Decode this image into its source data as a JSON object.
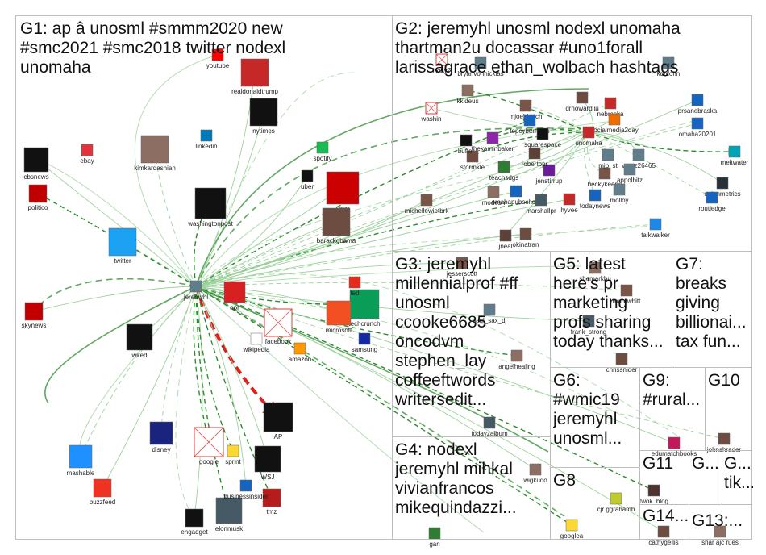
{
  "groups": [
    {
      "id": "g1",
      "label": "G1: ap â unosml #smmm2020 new\n#smc2021 #smc2018 twitter nodexl\nunomaha"
    },
    {
      "id": "g2",
      "label": "G2: jeremyhl unosml nodexl unomaha\nthartman2u docassar #uno1forall\nlarissagrace ethan_wolbach hashtags"
    },
    {
      "id": "g3",
      "label": "G3: jeremyhl\nmillennialprof #ff\nunosml\nccooke6685\noncodvm\nstephen_lay\ncoffeeftwords\nwritersedit..."
    },
    {
      "id": "g4",
      "label": "G4: nodexl\njeremyhl mihkal\nvivianfrancos\nmikequindazzi..."
    },
    {
      "id": "g5",
      "label": "G5: latest\nhere's pr\nmarketing\nprofs sharing\ntoday thanks..."
    },
    {
      "id": "g6",
      "label": "G6:\n#wmic19\njeremyhl\nunosml..."
    },
    {
      "id": "g7",
      "label": "G7:\nbreaks\ngiving\nbillionai...\ntax fun..."
    },
    {
      "id": "g8",
      "label": "G8"
    },
    {
      "id": "g9",
      "label": "G9:\n#rural..."
    },
    {
      "id": "g10",
      "label": "G10"
    },
    {
      "id": "g11",
      "label": "G11"
    },
    {
      "id": "g12",
      "label": "G..."
    },
    {
      "id": "g12b",
      "label": "G...\ntik...st..."
    },
    {
      "id": "g13",
      "label": "G13:..."
    },
    {
      "id": "g14",
      "label": "G14..."
    }
  ],
  "nodes": [
    {
      "id": "cnn",
      "label": "CNN",
      "group": "g1",
      "color": "#cc0000",
      "kind": "logo"
    },
    {
      "id": "ap",
      "label": "AP",
      "group": "g1",
      "color": "#111111",
      "kind": "logo"
    },
    {
      "id": "wsj",
      "label": "WSJ",
      "group": "g1",
      "color": "#111111",
      "kind": "logo"
    },
    {
      "id": "nytimes",
      "label": "nytimes",
      "group": "g1",
      "color": "#111111",
      "kind": "logo"
    },
    {
      "id": "twitter",
      "label": "twitter",
      "group": "g1",
      "color": "#1da1f2",
      "kind": "logo"
    },
    {
      "id": "washingtonpost",
      "label": "washingtonpost",
      "group": "g1",
      "color": "#111111",
      "kind": "logo"
    },
    {
      "id": "cbsnews",
      "label": "cbsnews",
      "group": "g1",
      "color": "#111111",
      "kind": "logo"
    },
    {
      "id": "politico",
      "label": "politico",
      "group": "g1",
      "color": "#c00000",
      "kind": "logo"
    },
    {
      "id": "skynews",
      "label": "skynews",
      "group": "g1",
      "color": "#c00000",
      "kind": "logo"
    },
    {
      "id": "techcrunch",
      "label": "techcrunch",
      "group": "g1",
      "color": "#0a9d58",
      "kind": "logo"
    },
    {
      "id": "microsoft",
      "label": "microsoft",
      "group": "g1",
      "color": "#f25022",
      "kind": "logo"
    },
    {
      "id": "mashable",
      "label": "mashable",
      "group": "g1",
      "color": "#1e90ff",
      "kind": "logo"
    },
    {
      "id": "buzzfeed",
      "label": "buzzfeed",
      "group": "g1",
      "color": "#ee3322",
      "kind": "logo"
    },
    {
      "id": "disney",
      "label": "disney",
      "group": "g1",
      "color": "#1a237e",
      "kind": "logo"
    },
    {
      "id": "wired",
      "label": "wired",
      "group": "g1",
      "color": "#111111",
      "kind": "logo"
    },
    {
      "id": "tmz",
      "label": "tmz",
      "group": "g1",
      "color": "#b71c1c",
      "kind": "logo"
    },
    {
      "id": "npr",
      "label": "npr",
      "group": "g1",
      "color": "#d62021",
      "kind": "logo"
    },
    {
      "id": "barackobama",
      "label": "barackobama",
      "group": "g1",
      "color": "#6d4c41",
      "kind": "photo"
    },
    {
      "id": "kimkardashian",
      "label": "kimkardashian",
      "group": "g1",
      "color": "#8d6e63",
      "kind": "photo"
    },
    {
      "id": "realdonaldtrump",
      "label": "realdonaldtrump",
      "group": "g1",
      "color": "#c62828",
      "kind": "photo"
    },
    {
      "id": "google",
      "label": "google",
      "group": "g1",
      "color": "#ffffff",
      "kind": "blank"
    },
    {
      "id": "facebook",
      "label": "facebook",
      "group": "g1",
      "color": "#ffffff",
      "kind": "blank"
    },
    {
      "id": "jeremyhl",
      "label": "jeremyhl",
      "group": "g1",
      "color": "#607d8b",
      "kind": "photo"
    },
    {
      "id": "elonmusk",
      "label": "elonmusk",
      "group": "g1",
      "color": "#455a64",
      "kind": "photo"
    },
    {
      "id": "engadget",
      "label": "engadget",
      "group": "g1",
      "color": "#111111",
      "kind": "logo"
    },
    {
      "id": "uber",
      "label": "uber",
      "group": "g1",
      "color": "#111111",
      "kind": "logo"
    },
    {
      "id": "amazon",
      "label": "amazon",
      "group": "g1",
      "color": "#ff9900",
      "kind": "logo"
    },
    {
      "id": "wikipedia",
      "label": "wikipedia",
      "group": "g1",
      "color": "#ffffff",
      "kind": "logo"
    },
    {
      "id": "linkedin",
      "label": "linkedin",
      "group": "g1",
      "color": "#0077b5",
      "kind": "logo"
    },
    {
      "id": "spotify",
      "label": "spotify",
      "group": "g1",
      "color": "#1db954",
      "kind": "logo"
    },
    {
      "id": "businessinsider",
      "label": "businessinsider",
      "group": "g1",
      "color": "#1565c0",
      "kind": "logo"
    },
    {
      "id": "sprint",
      "label": "sprint",
      "group": "g1",
      "color": "#fdd835",
      "kind": "logo"
    },
    {
      "id": "ebay",
      "label": "ebay",
      "group": "g1",
      "color": "#e53238",
      "kind": "logo"
    },
    {
      "id": "youtube",
      "label": "youtube",
      "group": "g1",
      "color": "#ff0000",
      "kind": "logo"
    },
    {
      "id": "ted",
      "label": "ted",
      "group": "g1",
      "color": "#e62b1e",
      "kind": "logo"
    },
    {
      "id": "samsung",
      "label": "samsung",
      "group": "g1",
      "color": "#1428a0",
      "kind": "logo"
    },
    {
      "id": "michellewietbrk",
      "label": "michellewietbrk",
      "group": "g2",
      "color": "#795548",
      "kind": "photo"
    },
    {
      "id": "omaha20201",
      "label": "omaha20201",
      "group": "g2",
      "color": "#1565c0",
      "kind": "logo"
    },
    {
      "id": "prsanebraska",
      "label": "prsanebraska",
      "group": "g2",
      "color": "#1565c0",
      "kind": "logo"
    },
    {
      "id": "meltwater",
      "label": "meltwater",
      "group": "g2",
      "color": "#00a5b5",
      "kind": "logo"
    },
    {
      "id": "unionmetrics",
      "label": "unionmetrics",
      "group": "g2",
      "color": "#263238",
      "kind": "logo"
    },
    {
      "id": "routledge",
      "label": "routledge",
      "group": "g2",
      "color": "#1565c0",
      "kind": "logo"
    },
    {
      "id": "talkwalker",
      "label": "talkwalker",
      "group": "g2",
      "color": "#1e88e5",
      "kind": "logo"
    },
    {
      "id": "okinatran",
      "label": "okinatran",
      "group": "g2",
      "color": "#6d4c41",
      "kind": "photo"
    },
    {
      "id": "jneal",
      "label": "jneal",
      "group": "g2",
      "color": "#5d4037",
      "kind": "photo"
    },
    {
      "id": "washin",
      "label": "washin",
      "group": "g2",
      "color": "#ffffff",
      "kind": "blank"
    },
    {
      "id": "likely7",
      "label": "likely7",
      "group": "g2",
      "color": "#ffffff",
      "kind": "blank"
    },
    {
      "id": "bryanvonnicklas",
      "label": "bryanvonnicklas",
      "group": "g2",
      "color": "#607d8b",
      "kind": "photo"
    },
    {
      "id": "kkideus",
      "label": "kkideus",
      "group": "g2",
      "color": "#8d6e63",
      "kind": "photo"
    },
    {
      "id": "mjoehlerich",
      "label": "mjoehlerich",
      "group": "g2",
      "color": "#795548",
      "kind": "photo"
    },
    {
      "id": "topcybernews",
      "label": "topcybernews",
      "group": "g2",
      "color": "#1565c0",
      "kind": "logo"
    },
    {
      "id": "drhowardliu",
      "label": "drhowardliu",
      "group": "g2",
      "color": "#6d4c41",
      "kind": "photo"
    },
    {
      "id": "nebraska",
      "label": "nebraska",
      "group": "g2",
      "color": "#c62828",
      "kind": "logo"
    },
    {
      "id": "socialmedia2day",
      "label": "socialmedia2day",
      "group": "g2",
      "color": "#ef6c00",
      "kind": "logo"
    },
    {
      "id": "thekaminbaker",
      "label": "thekaminbaker",
      "group": "g2",
      "color": "#8e24aa",
      "kind": "photo"
    },
    {
      "id": "unomaha",
      "label": "unomaha",
      "group": "g2",
      "color": "#c62828",
      "kind": "logo"
    },
    {
      "id": "squarespace",
      "label": "squarespace",
      "group": "g2",
      "color": "#111111",
      "kind": "logo"
    },
    {
      "id": "jenstirrup",
      "label": "jenstirrup",
      "group": "g2",
      "color": "#6a1b9a",
      "kind": "photo"
    },
    {
      "id": "robertopr",
      "label": "robertopr",
      "group": "g2",
      "color": "#5d4037",
      "kind": "photo"
    },
    {
      "id": "omahapubschool",
      "label": "omahapubschool",
      "group": "g2",
      "color": "#1565c0",
      "kind": "logo"
    },
    {
      "id": "marshallpr",
      "label": "marshallpr",
      "group": "g2",
      "color": "#455a64",
      "kind": "photo"
    },
    {
      "id": "hyvee",
      "label": "hyvee",
      "group": "g2",
      "color": "#c62828",
      "kind": "logo"
    },
    {
      "id": "todaynews",
      "label": "todaynews",
      "group": "g2",
      "color": "#1565c0",
      "kind": "logo"
    },
    {
      "id": "beckykeene",
      "label": "beckykeene",
      "group": "g2",
      "color": "#795548",
      "kind": "photo"
    },
    {
      "id": "molloy",
      "label": "molloy",
      "group": "g2",
      "color": "#607d8b",
      "kind": "photo"
    },
    {
      "id": "varez26465",
      "label": "varez26465",
      "group": "g2",
      "color": "#607d8b",
      "kind": "photo"
    },
    {
      "id": "appolbitz",
      "label": "appolbitz",
      "group": "g2",
      "color": "#607d8b",
      "kind": "photo"
    },
    {
      "id": "stormkle",
      "label": "stormkle",
      "group": "g2",
      "color": "#6d4c41",
      "kind": "photo"
    },
    {
      "id": "teachsdgs",
      "label": "teachsdgs",
      "group": "g2",
      "color": "#2e7d32",
      "kind": "logo"
    },
    {
      "id": "modesh",
      "label": "modesh",
      "group": "g2",
      "color": "#8d6e63",
      "kind": "photo"
    },
    {
      "id": "buffer",
      "label": "buffer",
      "group": "g2",
      "color": "#111111",
      "kind": "logo"
    },
    {
      "id": "kdrconn",
      "label": "kdrconn",
      "group": "g2",
      "color": "#607d8b",
      "kind": "photo"
    },
    {
      "id": "mjb_st",
      "label": "mjb_st",
      "group": "g2",
      "color": "#607d8b",
      "kind": "photo"
    },
    {
      "id": "jesserscott",
      "label": "jesserscott",
      "group": "g3",
      "color": "#795548",
      "kind": "photo"
    },
    {
      "id": "paul_sax_dj",
      "label": "paul_sax_dj",
      "group": "g3",
      "color": "#607d8b",
      "kind": "photo"
    },
    {
      "id": "angelhealing",
      "label": "angelhealing",
      "group": "g3",
      "color": "#8d6e63",
      "kind": "photo"
    },
    {
      "id": "todayzalbum",
      "label": "todayzalbum",
      "group": "g3",
      "color": "#455a64",
      "kind": "photo"
    },
    {
      "id": "wigkudo",
      "label": "wigkudo",
      "group": "g4",
      "color": "#8d6e63",
      "kind": "photo"
    },
    {
      "id": "gan",
      "label": "gan",
      "group": "g4",
      "color": "#2e7d32",
      "kind": "photo"
    },
    {
      "id": "marowhitt",
      "label": "marowhitt",
      "group": "g5",
      "color": "#795548",
      "kind": "photo"
    },
    {
      "id": "frank_strong",
      "label": "frank_strong",
      "group": "g5",
      "color": "#455a64",
      "kind": "photo"
    },
    {
      "id": "chrissnider",
      "label": "chrissnider",
      "group": "g5",
      "color": "#6d4c41",
      "kind": "photo"
    },
    {
      "id": "shemarkbu",
      "label": "shemarkbu",
      "group": "g5",
      "color": "#8d6e63",
      "kind": "photo"
    },
    {
      "id": "googlea",
      "label": "googlea",
      "group": "g8",
      "color": "#fdd835",
      "kind": "photo"
    },
    {
      "id": "cjr_ggrahamb",
      "label": "cjr ggrahamb",
      "group": "g8",
      "color": "#c0ca33",
      "kind": "photo"
    },
    {
      "id": "edumatchbooks",
      "label": "edumatchbooks",
      "group": "g9",
      "color": "#c2185b",
      "kind": "logo"
    },
    {
      "id": "johnshrader",
      "label": "johnshrader",
      "group": "g10",
      "color": "#6d4c41",
      "kind": "photo"
    },
    {
      "id": "twok_blog",
      "label": "twok_blog",
      "group": "g11",
      "color": "#4e342e",
      "kind": "photo"
    },
    {
      "id": "cathygellis",
      "label": "cathygellis",
      "group": "g14",
      "color": "#6d4c41",
      "kind": "photo"
    },
    {
      "id": "sharajues",
      "label": "shar ajc rues",
      "group": "g13",
      "color": "#8d6e63",
      "kind": "photo"
    }
  ],
  "edges": [
    {
      "source": "jeremyhl",
      "target": "ap",
      "highlight": true
    },
    {
      "source": "jeremyhl",
      "target": "cnn",
      "highlight": false
    },
    {
      "source": "jeremyhl",
      "target": "twitter",
      "highlight": false
    },
    {
      "source": "jeremyhl",
      "target": "wsj",
      "highlight": false
    },
    {
      "source": "jeremyhl",
      "target": "washingtonpost",
      "highlight": false
    },
    {
      "source": "jeremyhl",
      "target": "nytimes",
      "highlight": false
    },
    {
      "source": "jeremyhl",
      "target": "npr",
      "highlight": false
    },
    {
      "source": "jeremyhl",
      "target": "facebook",
      "highlight": false
    },
    {
      "source": "jeremyhl",
      "target": "google",
      "highlight": false
    },
    {
      "source": "jeremyhl",
      "target": "cbsnews",
      "highlight": false
    },
    {
      "source": "jeremyhl",
      "target": "mashable",
      "highlight": false
    },
    {
      "source": "jeremyhl",
      "target": "buzzfeed",
      "highlight": false
    },
    {
      "source": "jeremyhl",
      "target": "techcrunch",
      "highlight": false
    },
    {
      "source": "jeremyhl",
      "target": "microsoft",
      "highlight": false
    },
    {
      "source": "jeremyhl",
      "target": "unomaha",
      "highlight": false
    },
    {
      "source": "jeremyhl",
      "target": "socialmedia2day",
      "highlight": false
    },
    {
      "source": "jeremyhl",
      "target": "marshallpr",
      "highlight": false
    },
    {
      "source": "jeremyhl",
      "target": "omahapubschool",
      "highlight": false
    },
    {
      "source": "jeremyhl",
      "target": "nebraska",
      "highlight": false
    },
    {
      "source": "jeremyhl",
      "target": "hyvee",
      "highlight": false
    },
    {
      "source": "jeremyhl",
      "target": "topcybernews",
      "highlight": false
    },
    {
      "source": "jeremyhl",
      "target": "michellewietbrk",
      "highlight": false
    },
    {
      "source": "jeremyhl",
      "target": "talkwalker",
      "highlight": false
    },
    {
      "source": "jeremyhl",
      "target": "jesserscott",
      "highlight": false
    },
    {
      "source": "jeremyhl",
      "target": "angelhealing",
      "highlight": false
    },
    {
      "source": "jeremyhl",
      "target": "wigkudo",
      "highlight": false
    },
    {
      "source": "jeremyhl",
      "target": "marowhitt",
      "highlight": false
    },
    {
      "source": "jeremyhl",
      "target": "frank_strong",
      "highlight": false
    },
    {
      "source": "jeremyhl",
      "target": "googlea",
      "highlight": false
    },
    {
      "source": "jeremyhl",
      "target": "edumatchbooks",
      "highlight": false
    },
    {
      "source": "jeremyhl",
      "target": "johnshrader",
      "highlight": false
    },
    {
      "source": "jeremyhl",
      "target": "cathygellis",
      "highlight": false
    },
    {
      "source": "jeremyhl",
      "target": "twok_blog",
      "highlight": false
    },
    {
      "source": "jeremyhl",
      "target": "prsanebraska",
      "highlight": false
    },
    {
      "source": "jeremyhl",
      "target": "omaha20201",
      "highlight": false
    },
    {
      "source": "jeremyhl",
      "target": "okinatran",
      "highlight": false
    },
    {
      "source": "jeremyhl",
      "target": "elonmusk",
      "highlight": false
    },
    {
      "source": "jeremyhl",
      "target": "barackobama",
      "highlight": false
    },
    {
      "source": "jeremyhl",
      "target": "kimkardashian",
      "highlight": false
    },
    {
      "source": "jeremyhl",
      "target": "realdonaldtrump",
      "highlight": false
    },
    {
      "source": "jeremyhl",
      "target": "politico",
      "highlight": false
    },
    {
      "source": "jeremyhl",
      "target": "skynews",
      "highlight": false
    },
    {
      "source": "jeremyhl",
      "target": "disney",
      "highlight": false
    },
    {
      "source": "jeremyhl",
      "target": "wired",
      "highlight": false
    },
    {
      "source": "jeremyhl",
      "target": "tmz",
      "highlight": false
    },
    {
      "source": "jeremyhl",
      "target": "uber",
      "highlight": false
    },
    {
      "source": "jeremyhl",
      "target": "amazon",
      "highlight": false
    },
    {
      "source": "jeremyhl",
      "target": "engadget",
      "highlight": false
    },
    {
      "source": "jeremyhl",
      "target": "sprint",
      "highlight": false
    },
    {
      "source": "jeremyhl",
      "target": "businessinsider",
      "highlight": false
    },
    {
      "source": "unomaha",
      "target": "mjoehlerich",
      "highlight": false
    },
    {
      "source": "unomaha",
      "target": "drhowardliu",
      "highlight": false
    },
    {
      "source": "unomaha",
      "target": "thekaminbaker",
      "highlight": false
    },
    {
      "source": "unomaha",
      "target": "jenstirrup",
      "highlight": false
    },
    {
      "source": "unomaha",
      "target": "beckykeene",
      "highlight": false
    },
    {
      "source": "unomaha",
      "target": "robertopr",
      "highlight": false
    },
    {
      "source": "unomaha",
      "target": "stormkle",
      "highlight": false
    },
    {
      "source": "unomaha",
      "target": "teachsdgs",
      "highlight": false
    },
    {
      "source": "unomaha",
      "target": "todaynews",
      "highlight": false
    },
    {
      "source": "unomaha",
      "target": "varez26465",
      "highlight": false
    },
    {
      "source": "unomaha",
      "target": "meltwater",
      "highlight": false
    },
    {
      "source": "unomaha",
      "target": "unionmetrics",
      "highlight": false
    },
    {
      "source": "unomaha",
      "target": "routledge",
      "highlight": false
    },
    {
      "source": "unomaha",
      "target": "washin",
      "highlight": false
    },
    {
      "source": "unomaha",
      "target": "kkideus",
      "highlight": false
    },
    {
      "source": "unomaha",
      "target": "jneal",
      "highlight": false
    }
  ],
  "colors": {
    "edge": "#2e8b2e",
    "edge_light": "#9bd29b",
    "edge_highlight": "#e02020",
    "box_border": "#bdbdbd",
    "label": "#111111"
  }
}
